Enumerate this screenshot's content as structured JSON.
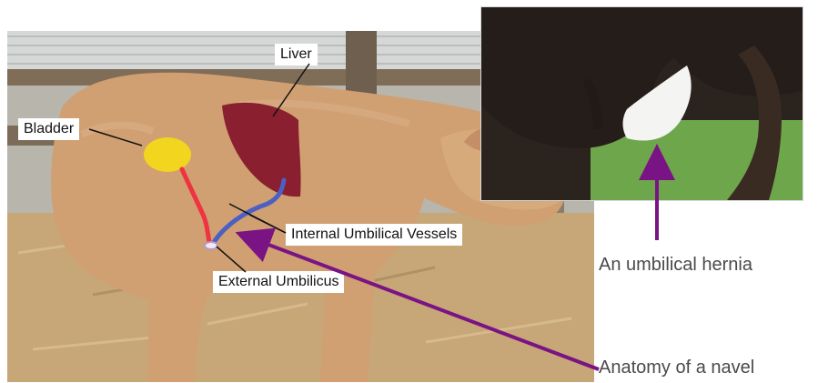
{
  "labels": {
    "liver": "Liver",
    "bladder": "Bladder",
    "internal_vessels": "Internal Umbilical Vessels",
    "external_umbilicus": "External Umbilicus"
  },
  "captions": {
    "hernia": "An umbilical hernia",
    "anatomy": "Anatomy of a navel"
  },
  "colors": {
    "arrow": "#7a1384",
    "liver": "#8a1f2f",
    "bladder": "#f2d51f",
    "vessel_red": "#ef3340",
    "vessel_blue": "#4b5fc4"
  }
}
